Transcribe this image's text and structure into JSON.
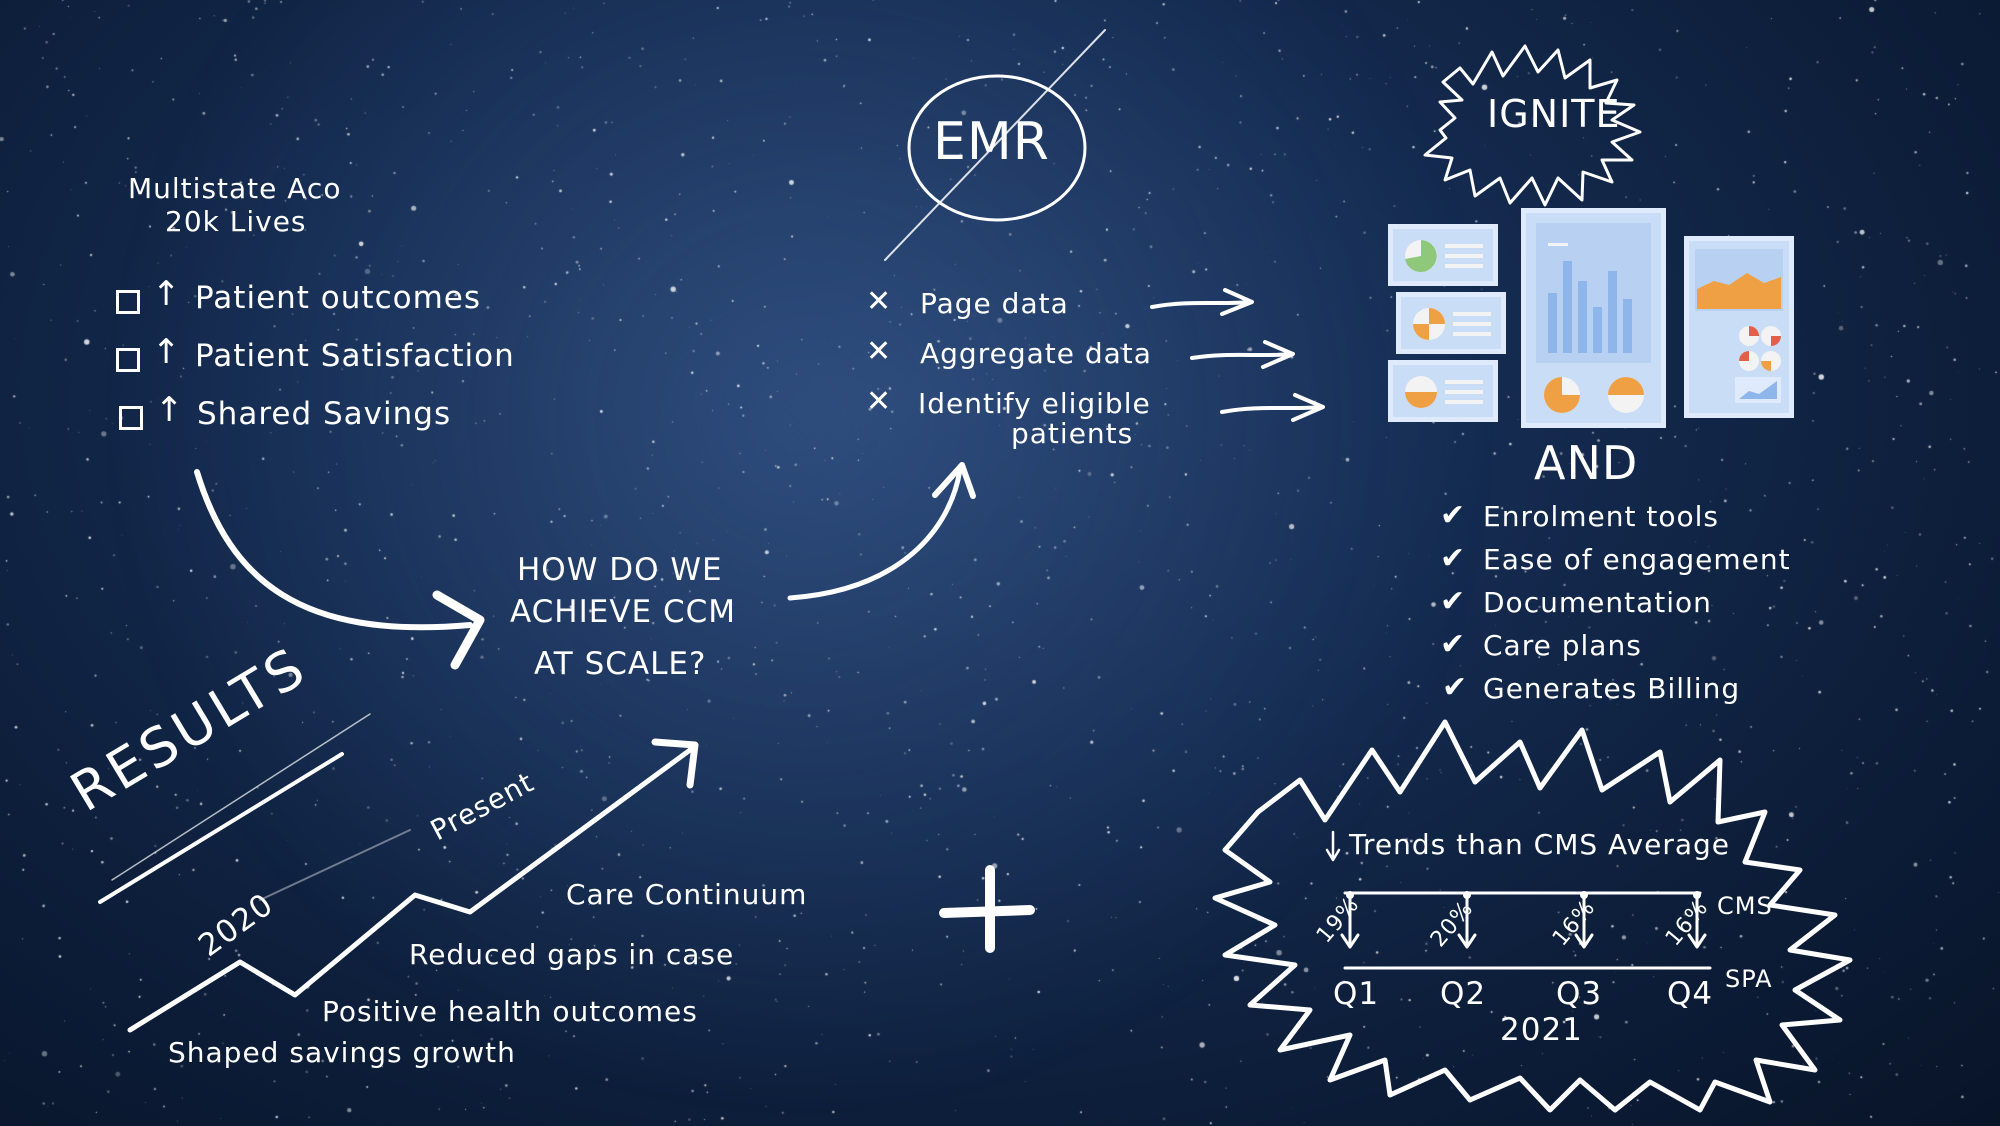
{
  "header": {
    "aco_title": "Multistate Aco",
    "aco_lives": "20k Lives",
    "emr_label": "EMR",
    "ignite_label": "IGNITE"
  },
  "goals": [
    {
      "label": "Patient outcomes"
    },
    {
      "label": "Patient Satisfaction"
    },
    {
      "label": "Shared Savings"
    }
  ],
  "question": {
    "line1": "HOW DO WE",
    "line2": "ACHIEVE CCM",
    "line3": "AT SCALE?"
  },
  "emr_items": [
    {
      "label": "Page data"
    },
    {
      "label": "Aggregate data"
    },
    {
      "label": "Identify eligible"
    }
  ],
  "emr_item_cont": "patients",
  "and_label": "AND",
  "features": [
    {
      "label": "Enrolment tools"
    },
    {
      "label": "Ease of engagement"
    },
    {
      "label": "Documentation"
    },
    {
      "label": "Care plans"
    },
    {
      "label": "Generates Billing"
    }
  ],
  "results": {
    "title": "RESULTS",
    "year_start": "2020",
    "present": "Present",
    "steps": [
      "Care Continuum",
      "Reduced gaps in case",
      "Positive health outcomes",
      "Shaped savings growth"
    ],
    "plus": "+"
  },
  "trends": {
    "title": "Trends than CMS Average",
    "cms_label": "CMS",
    "spa_label": "SPA",
    "quarters": [
      "Q1",
      "Q2",
      "Q3",
      "Q4"
    ],
    "percents": [
      "19%",
      "20%",
      "16%",
      "16%"
    ],
    "year": "2021"
  },
  "colors": {
    "background": "#0f2344",
    "ink": "#ffffff",
    "card": "#c9ddf6",
    "bar": "#8fb6ea",
    "accent_orange": "#f0a044",
    "accent_green": "#8fc87a",
    "accent_red": "#e0604a"
  },
  "icons": [
    "checkbox-icon",
    "up-arrow-icon",
    "x-icon",
    "check-icon",
    "right-arrow-icon",
    "down-arrow-icon",
    "plus-icon"
  ]
}
